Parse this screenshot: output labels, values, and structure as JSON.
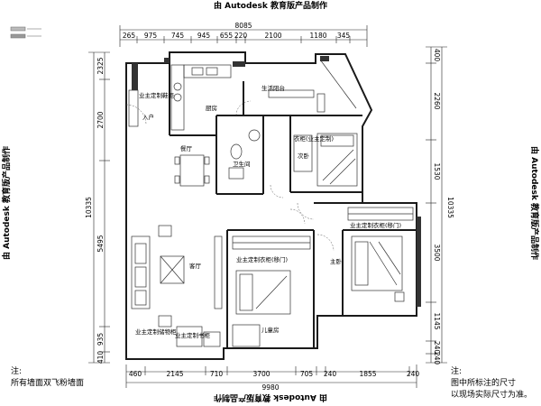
{
  "watermarks": {
    "top": "由 Autodesk 教育版产品制作",
    "bottom": "由 Autodesk 教育版产品制作",
    "left": "由 Autodesk 教育版产品制作",
    "right": "由 Autodesk 教育版产品制作"
  },
  "top_total": "8085",
  "top_dims": [
    "265",
    "975",
    "745",
    "945",
    "655",
    "220",
    "2100",
    "1180",
    "345"
  ],
  "bottom_total": "9980",
  "bottom_dims": [
    "460",
    "2145",
    "710",
    "3700",
    "705",
    "240",
    "1855",
    "240"
  ],
  "left_total": "10335",
  "left_dims": [
    "2325",
    "2700",
    "5495",
    "935",
    "410"
  ],
  "right_total": "10335",
  "right_dims": [
    "400",
    "2260",
    "3500",
    "1530",
    "1145",
    "240",
    "240"
  ],
  "rooms": {
    "kitchen": "厨房",
    "entry": "入户",
    "balcony": "生活阳台",
    "dining": "餐厅",
    "bathroom": "卫生间",
    "second_bedroom": "次卧",
    "living": "客厅",
    "master": "主卧",
    "kids": "儿童房"
  },
  "cabinet_notes": {
    "entry_cabinet": "业主定制鞋柜",
    "second_wardrobe": "衣柜(业主定制)",
    "master_wardrobe": "业主定制衣柜(移门)",
    "kids_wardrobe": "业主定制衣柜(移门)",
    "living_cabinet": "业主定制储物柜",
    "kids_cabinet": "业主定制书柜"
  },
  "note_left": {
    "title": "注:",
    "text": "所有墙面双飞粉墙面"
  },
  "note_right": {
    "title": "注:",
    "line1": "图中所标注的尺寸",
    "line2": "以现场实际尺寸为准。"
  },
  "colors": {
    "line": "#1a1a1a",
    "wall": "#444444",
    "light": "#888888"
  }
}
